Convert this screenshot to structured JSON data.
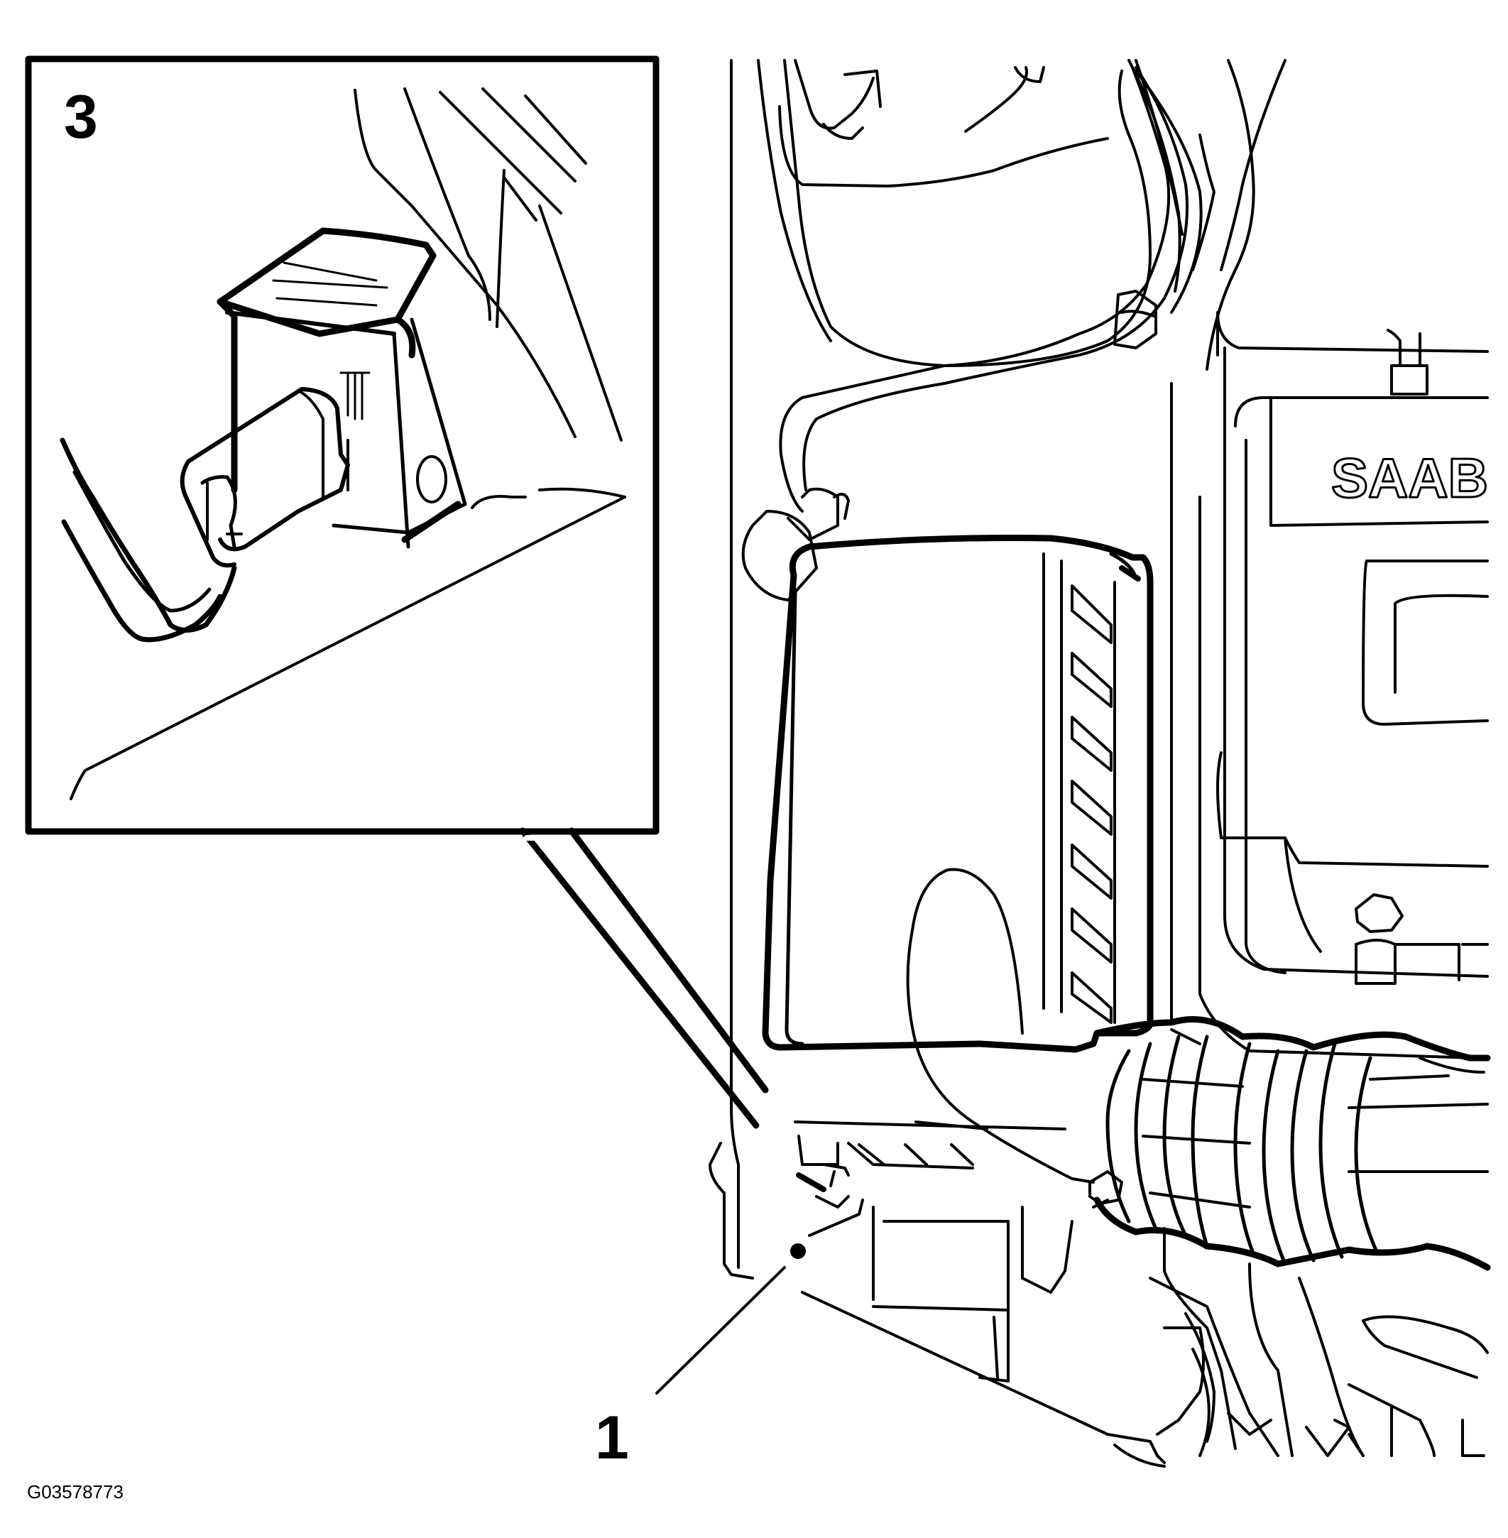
{
  "figure": {
    "callouts": [
      "3",
      "1"
    ],
    "reference_code": "G03578773",
    "engine_cover_brand": "SAAB",
    "line_color": "#000000",
    "background": "#ffffff"
  }
}
